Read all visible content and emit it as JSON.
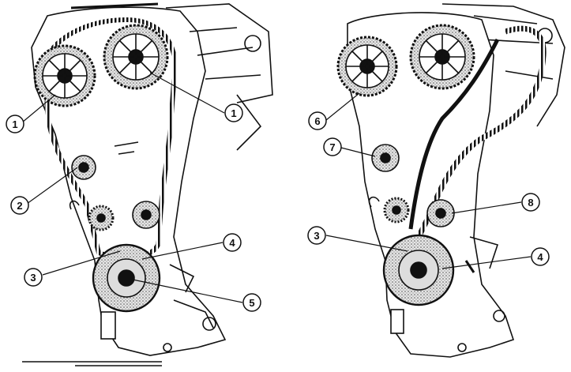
{
  "diagram": {
    "left": {
      "callouts": [
        {
          "label": "1",
          "target": "camshaft-sprocket-intake"
        },
        {
          "label": "1",
          "target": "camshaft-sprocket-exhaust"
        },
        {
          "label": "2",
          "target": "idler-pulley"
        },
        {
          "label": "3",
          "target": "crankshaft-sprocket-mark"
        },
        {
          "label": "4",
          "target": "crankshaft-pulley"
        },
        {
          "label": "5",
          "target": "crankshaft-bolt"
        }
      ]
    },
    "right": {
      "callouts": [
        {
          "label": "6",
          "target": "camshaft-sprocket"
        },
        {
          "label": "7",
          "target": "idler-pulley"
        },
        {
          "label": "3",
          "target": "crankshaft-sprocket-mark"
        },
        {
          "label": "8",
          "target": "tensioner-pulley"
        },
        {
          "label": "4",
          "target": "crankshaft-pulley"
        }
      ]
    },
    "colors": {
      "ink": "#111111",
      "paper": "#ffffff",
      "shade": "#9a9a9a"
    }
  }
}
